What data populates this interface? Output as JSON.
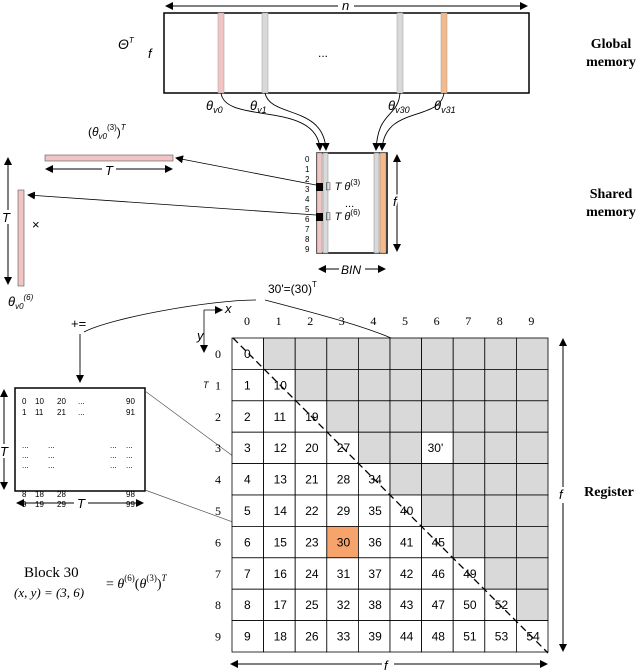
{
  "section_labels": {
    "global": [
      "Global",
      "memory"
    ],
    "shared": [
      "Shared",
      "memory"
    ],
    "register": "Register"
  },
  "global_memory": {
    "width_label": "n",
    "height_label": "f",
    "matrix_label": "Θ",
    "matrix_sup": "T",
    "ellipsis": "...",
    "columns": [
      {
        "sym": "θ",
        "sub": "v0",
        "color": "#f2c4c4"
      },
      {
        "sym": "θ",
        "sub": "v1",
        "color": "#d9d9d9"
      },
      {
        "sym": "θ",
        "sub": "v30",
        "color": "#d9d9d9"
      },
      {
        "sym": "θ",
        "sub": "v31",
        "color": "#f6b98a"
      }
    ]
  },
  "shared_memory": {
    "row_indices": [
      "0",
      "1",
      "2",
      "3",
      "4",
      "5",
      "6",
      "7",
      "8",
      "9"
    ],
    "rows_highlight": [
      {
        "row": "3",
        "text": "T θ",
        "sup": "(3)"
      },
      {
        "row": "6",
        "text": "T θ",
        "sup": "(6)"
      }
    ],
    "ellipsis": "...",
    "height_label": "f",
    "width_label": "BIN"
  },
  "outer_product": {
    "row_vector_label": "(θv0(3))T",
    "row_vector_parts": {
      "sym": "θ",
      "sub": "v0",
      "sup1": "(3)",
      "sup2": "T"
    },
    "row_length": "T",
    "col_length": "T",
    "col_vector_parts": {
      "sym": "θ",
      "sub": "v0",
      "sup": "(6)"
    },
    "times": "×",
    "plus_eq": "+="
  },
  "block": {
    "matrix_text": {
      "row1": [
        "0",
        "10",
        "20",
        "...",
        "90"
      ],
      "row2": [
        "1",
        "11",
        "21",
        "...",
        "91"
      ],
      "dots": [
        "...",
        "...",
        "...",
        "..."
      ],
      "row8": [
        "8",
        "18",
        "28",
        "...",
        "98"
      ],
      "row9": [
        "9",
        "19",
        "29",
        "...",
        "99"
      ]
    },
    "side_label": "T",
    "bottom_label": "T",
    "caption": "Block 30",
    "coords": "(x, y) = (3, 6)",
    "formula": "= θ(6)(θ(3))T"
  },
  "grid": {
    "x_axis": "x",
    "y_axis": "y",
    "t_label": "T",
    "col_headers": [
      "0",
      "1",
      "2",
      "3",
      "4",
      "5",
      "6",
      "7",
      "8",
      "9"
    ],
    "row_headers": [
      "0",
      "1",
      "2",
      "3",
      "4",
      "5",
      "6",
      "7",
      "8",
      "9"
    ],
    "cells": [
      [
        "0"
      ],
      [
        "1",
        "10"
      ],
      [
        "2",
        "11",
        "19"
      ],
      [
        "3",
        "12",
        "20",
        "27"
      ],
      [
        "4",
        "13",
        "21",
        "28",
        "34"
      ],
      [
        "5",
        "14",
        "22",
        "29",
        "35",
        "40"
      ],
      [
        "6",
        "15",
        "23",
        "30",
        "36",
        "41",
        "45"
      ],
      [
        "7",
        "16",
        "24",
        "31",
        "37",
        "42",
        "46",
        "49"
      ],
      [
        "8",
        "17",
        "25",
        "32",
        "38",
        "43",
        "47",
        "50",
        "52"
      ],
      [
        "9",
        "18",
        "26",
        "33",
        "39",
        "44",
        "48",
        "51",
        "53",
        "54"
      ]
    ],
    "highlight_value": "30",
    "highlight_color": "#f6a36c",
    "shaded_color": "#d9d9d9",
    "transpose_label": "30'=(30)T",
    "transpose_cell": "30'",
    "f_side": "f",
    "f_bottom": "f"
  }
}
